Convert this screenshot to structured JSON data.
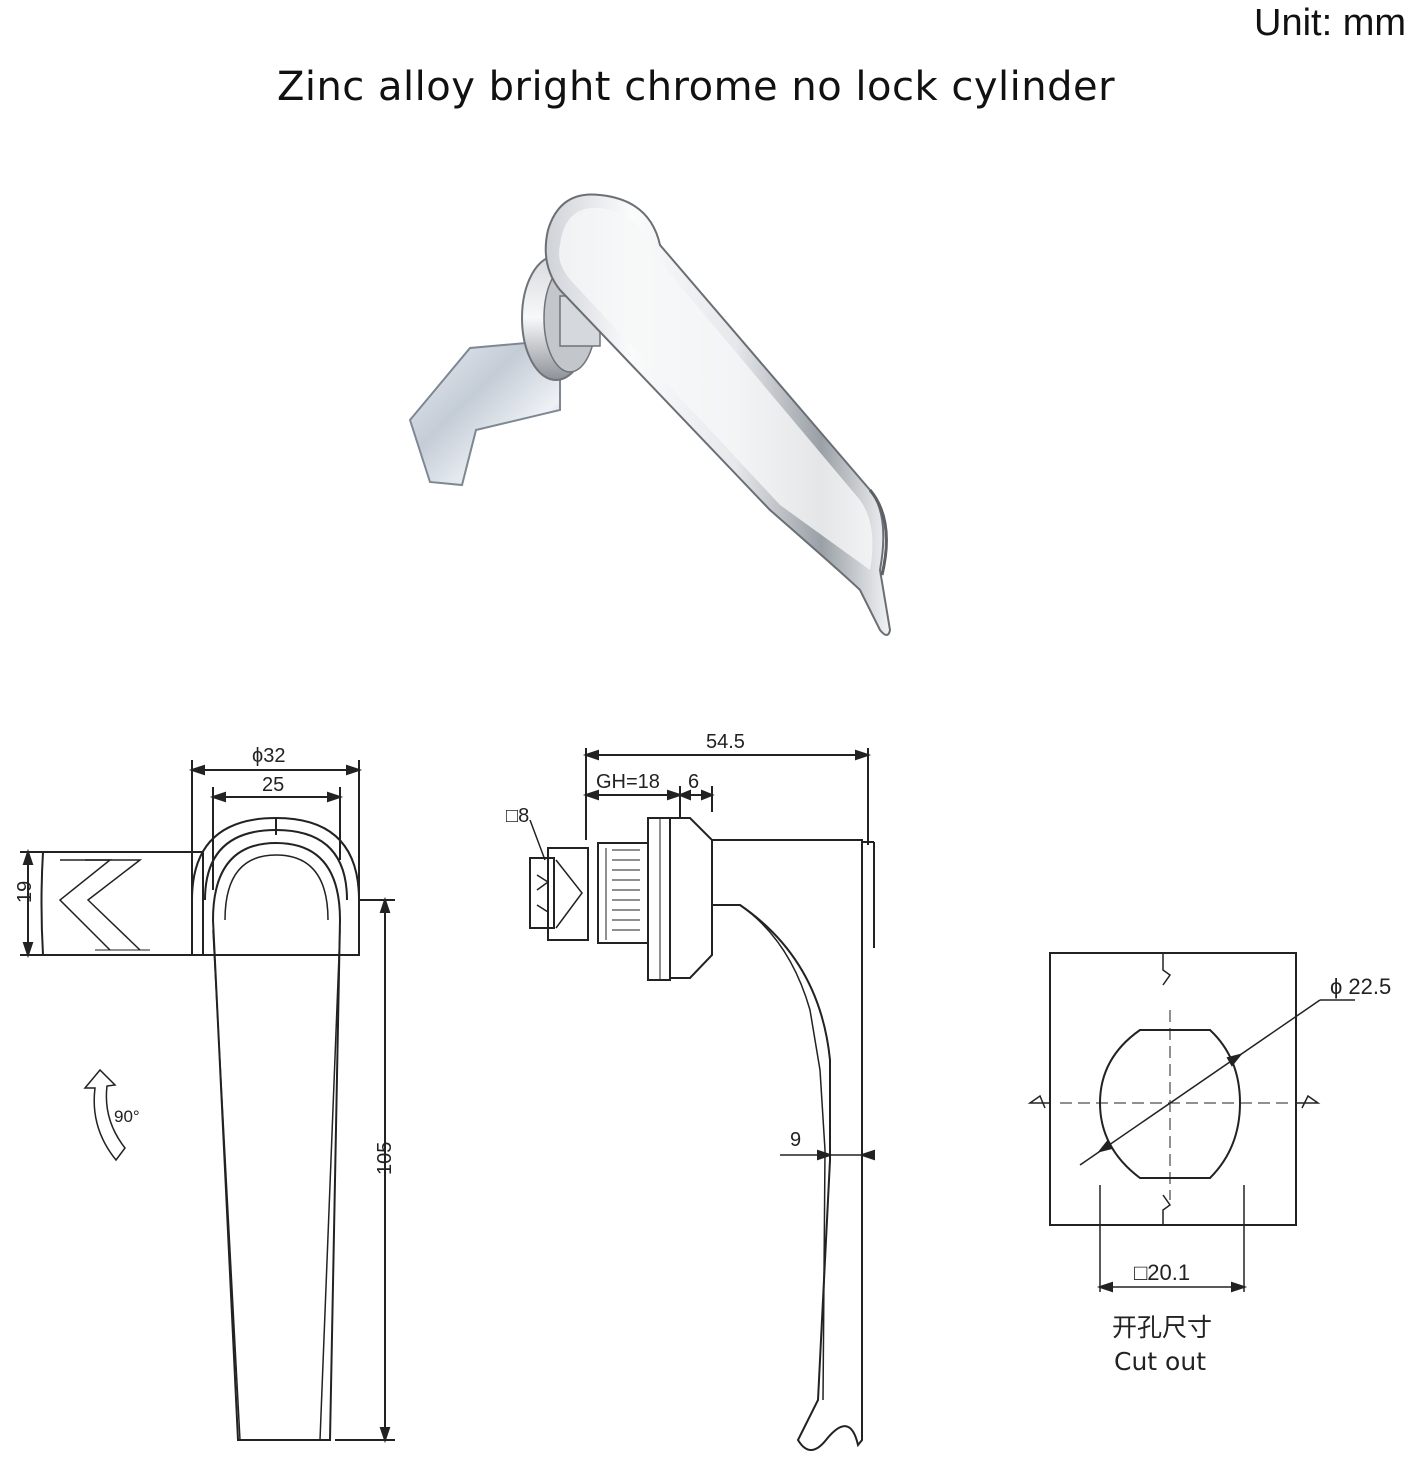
{
  "header": {
    "unit": "Unit:  mm",
    "title": "Zinc alloy bright chrome no lock cylinder"
  },
  "front_view": {
    "dim_diameter": "ϕ32",
    "dim_width": "25",
    "dim_cam_height": "19",
    "dim_length": "105",
    "rotation": "90°"
  },
  "side_view": {
    "dim_total": "54.5",
    "dim_grip": "GH=18",
    "dim_flange": "6",
    "dim_square": "□8",
    "dim_handle": "9"
  },
  "cutout": {
    "dim_diameter": "ϕ 22.5",
    "dim_square": "□20.1",
    "label_cn": "开孔尺寸",
    "label_en": "Cut out"
  },
  "colors": {
    "line": "#222222",
    "chrome_light": "#f4f5f7",
    "chrome_dark": "#8a8e94"
  }
}
